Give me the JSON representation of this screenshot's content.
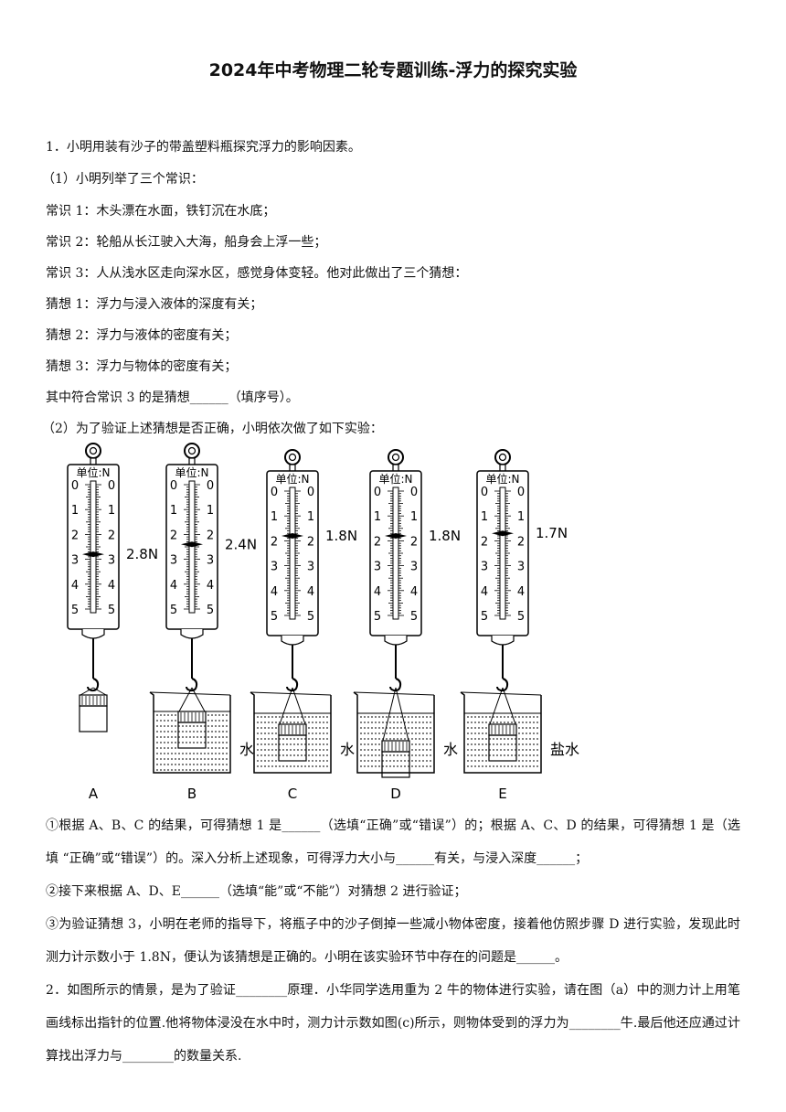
{
  "title": "2024年中考物理二轮专题训练-浮力的探究实验",
  "q1": {
    "intro": "1．小明用装有沙子的带盖塑料瓶探究浮力的影响因素。",
    "part1": "（1）小明列举了三个常识：",
    "common1": "常识 1：木头漂在水面，铁钉沉在水底；",
    "common2": "常识 2：轮船从长江驶入大海，船身会上浮一些；",
    "common3": "常识 3：人从浅水区走向深水区，感觉身体变轻。他对此做出了三个猜想：",
    "guess1": "猜想 1：浮力与浸入液体的深度有关；",
    "guess2": "猜想 2：浮力与液体的密度有关；",
    "guess3": "猜想 3：浮力与物体的密度有关；",
    "fill": "其中符合常识 3 的是猜想______（填序号）。",
    "part2": "（2）为了验证上述猜想是否正确，小明依次做了如下实验：",
    "s1": "①根据 A、B、C 的结果，可得猜想 1 是______（选填“正确”或“错误”）的；根据 A、C、D 的结果，可得猜想 1 是（选填 “正确”或“错误”）的。深入分析上述现象，可得浮力大小与______有关，与浸入深度______；",
    "s2": "②接下来根据 A、D、E______（选填“能”或“不能”）对猜想 2 进行验证；",
    "s3": "③为验证猜想 3，小明在老师的指导下，将瓶子中的沙子倒掉一些减小物体密度，接着他仿照步骤 D 进行实验，发现此时测力计示数小于 1.8N，便认为该猜想是正确的。小明在该实验环节中存在的问题是______。"
  },
  "q2": {
    "text": "2．如图所示的情景，是为了验证________原理．小华同学选用重为 2 牛的物体进行实验，请在图（a）中的测力计上用笔画线标出指针的位置.他将物体浸没在水中时，测力计示数如图(c)所示，则物体受到的浮力为________牛.最后他还应通过计算找出浮力与________的数量关系."
  },
  "figure": {
    "unit_label": "单位:N",
    "scale_numbers": [
      "0",
      "1",
      "2",
      "3",
      "4",
      "5"
    ],
    "panels": [
      {
        "letter": "A",
        "reading": 2.8,
        "reading_label": "2.8N",
        "liquid_label": "",
        "has_beaker": false
      },
      {
        "letter": "B",
        "reading": 2.4,
        "reading_label": "2.4N",
        "liquid_label": "水",
        "has_beaker": true
      },
      {
        "letter": "C",
        "reading": 1.8,
        "reading_label": "1.8N",
        "liquid_label": "水",
        "has_beaker": true
      },
      {
        "letter": "D",
        "reading": 1.8,
        "reading_label": "1.8N",
        "liquid_label": "水",
        "has_beaker": true
      },
      {
        "letter": "E",
        "reading": 1.7,
        "reading_label": "1.7N",
        "liquid_label": "盐水",
        "has_beaker": true
      }
    ]
  }
}
